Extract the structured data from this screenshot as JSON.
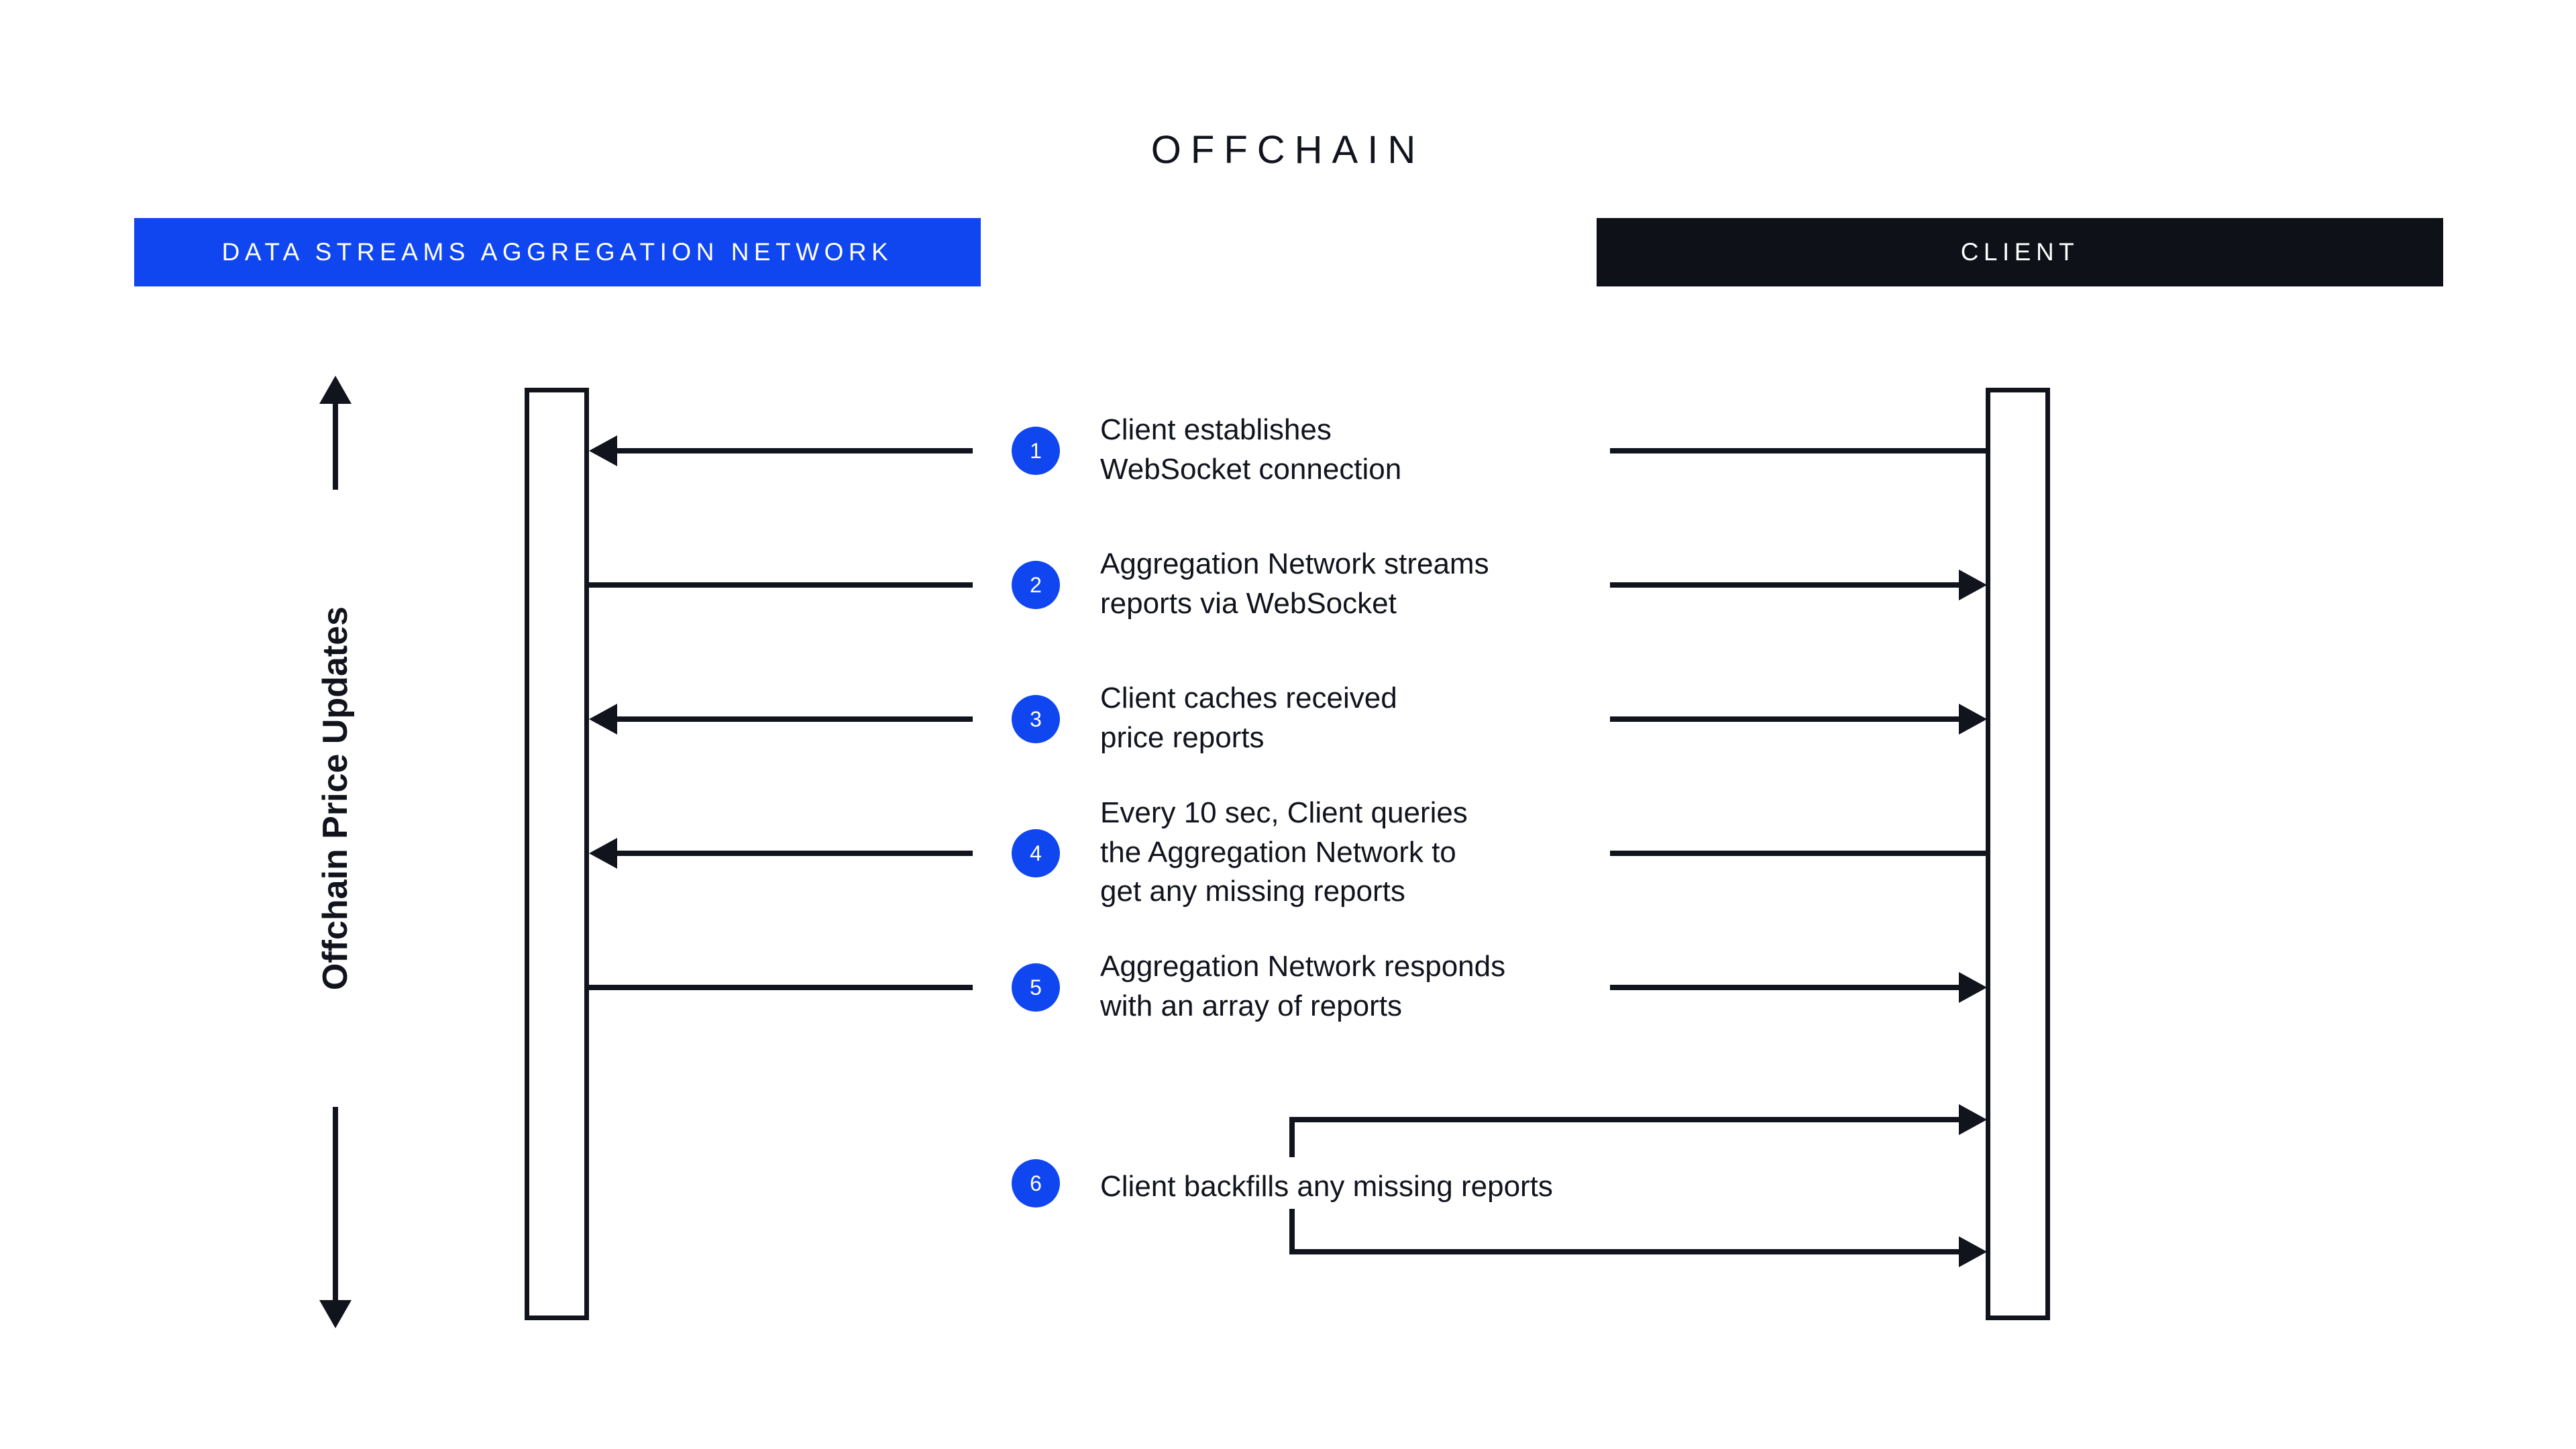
{
  "diagram": {
    "title": "OFFCHAIN",
    "axis_label": "Offchain Price Updates",
    "colors": {
      "accent_blue": "#1046F0",
      "dark": "#0E1118",
      "ink": "#11141D",
      "background": "#FFFFFF"
    },
    "lanes": [
      {
        "id": "aggregation-network",
        "label": "DATA STREAMS AGGREGATION NETWORK",
        "banner_color": "#1046F0",
        "text_color": "#FFFFFF"
      },
      {
        "id": "client",
        "label": "CLIENT",
        "banner_color": "#0E1118",
        "text_color": "#FFFFFF"
      }
    ],
    "steps": [
      {
        "number": "1",
        "text": "Client establishes\nWebSocket connection",
        "left_arrow": "arrow-left",
        "right_arrow": "line"
      },
      {
        "number": "2",
        "text": "Aggregation Network streams\nreports via WebSocket",
        "left_arrow": "line",
        "right_arrow": "arrow-right"
      },
      {
        "number": "3",
        "text": "Client caches received\nprice reports",
        "left_arrow": "arrow-left",
        "right_arrow": "arrow-right"
      },
      {
        "number": "4",
        "text": "Every 10 sec, Client queries\nthe Aggregation Network to\nget any missing reports",
        "left_arrow": "arrow-left",
        "right_arrow": "line"
      },
      {
        "number": "5",
        "text": "Aggregation Network responds\nwith an array of reports",
        "left_arrow": "line",
        "right_arrow": "arrow-right"
      },
      {
        "number": "6",
        "text": "Client backfills any missing reports",
        "left_arrow": "none",
        "right_arrow": "self-loop"
      }
    ]
  }
}
